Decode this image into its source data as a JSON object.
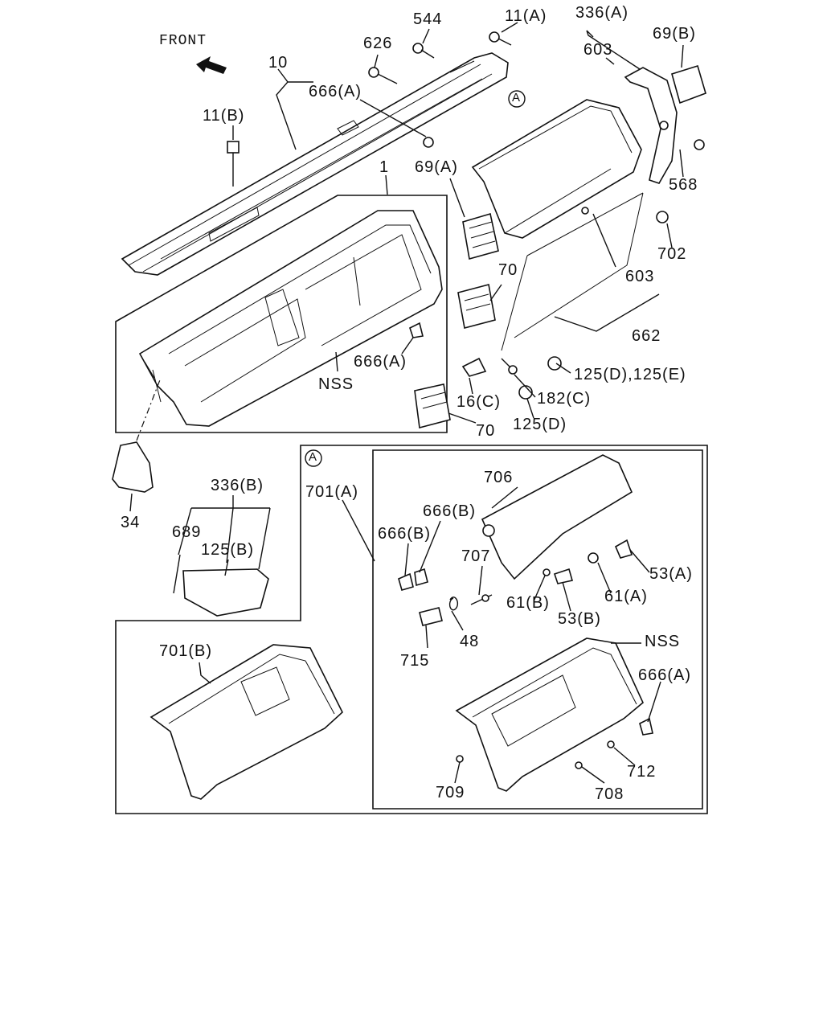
{
  "front_label": "FRONT",
  "callouts": {
    "c544": "544",
    "c11a": "11(A)",
    "c336a": "336(A)",
    "c626": "626",
    "c603_top": "603",
    "c69b": "69(B)",
    "c10": "10",
    "c666a_top": "666(A)",
    "cA_circle_top": "A",
    "c11b": "11(B)",
    "c568": "568",
    "c1": "1",
    "c69a": "69(A)",
    "c702": "702",
    "c603_mid": "603",
    "c70_mid": "70",
    "c662": "662",
    "c666a_mid": "666(A)",
    "c125de": "125(D),125(E)",
    "cNSS_top": "NSS",
    "c16c": "16(C)",
    "c182c": "182(C)",
    "c125d": "125(D)",
    "c70_low": "70",
    "c34": "34",
    "c336b": "336(B)",
    "c689": "689",
    "c125b": "125(B)",
    "cA_circle_box": "A",
    "c701a": "701(A)",
    "c706": "706",
    "c666b_1": "666(B)",
    "c666b_2": "666(B)",
    "c707": "707",
    "c53a": "53(A)",
    "c61b": "61(B)",
    "c61a": "61(A)",
    "c53b": "53(B)",
    "c715": "715",
    "c48": "48",
    "cNSS_box": "NSS",
    "c666a_box": "666(A)",
    "c701b": "701(B)",
    "c712": "712",
    "c709": "709",
    "c708": "708"
  },
  "icons": {
    "front_arrow": "front-arrow-icon",
    "circle_ref": "reference-circle-icon"
  }
}
